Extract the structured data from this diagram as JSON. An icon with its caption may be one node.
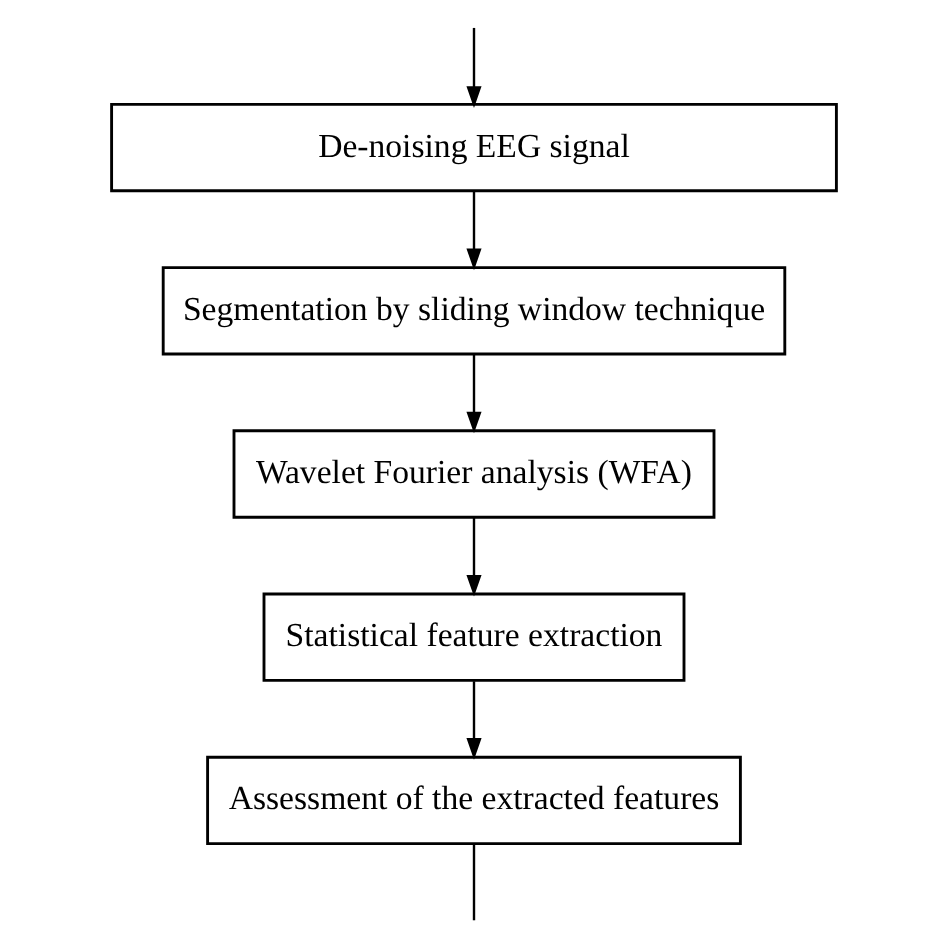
{
  "diagram": {
    "nodes": [
      {
        "text": [
          "De-noising EEG signal"
        ]
      },
      {
        "text": [
          "Segmentation by sliding window technique"
        ]
      },
      {
        "text": [
          "Wavelet Fourier analysis (WFA)"
        ]
      },
      {
        "text": [
          "Statistical feature extraction"
        ]
      },
      {
        "text": [
          "Assessment of the extracted features"
        ]
      }
    ],
    "edges": [
      {
        "from": null,
        "to": 0,
        "arrow": "to"
      },
      {
        "from": 0,
        "to": 1,
        "arrow": "to"
      },
      {
        "from": 1,
        "to": 2,
        "arrow": "to"
      },
      {
        "from": 2,
        "to": 3,
        "arrow": "to"
      },
      {
        "from": 3,
        "to": 4,
        "arrow": "to"
      },
      {
        "from": 4,
        "to": null,
        "arrow": "none"
      }
    ]
  }
}
